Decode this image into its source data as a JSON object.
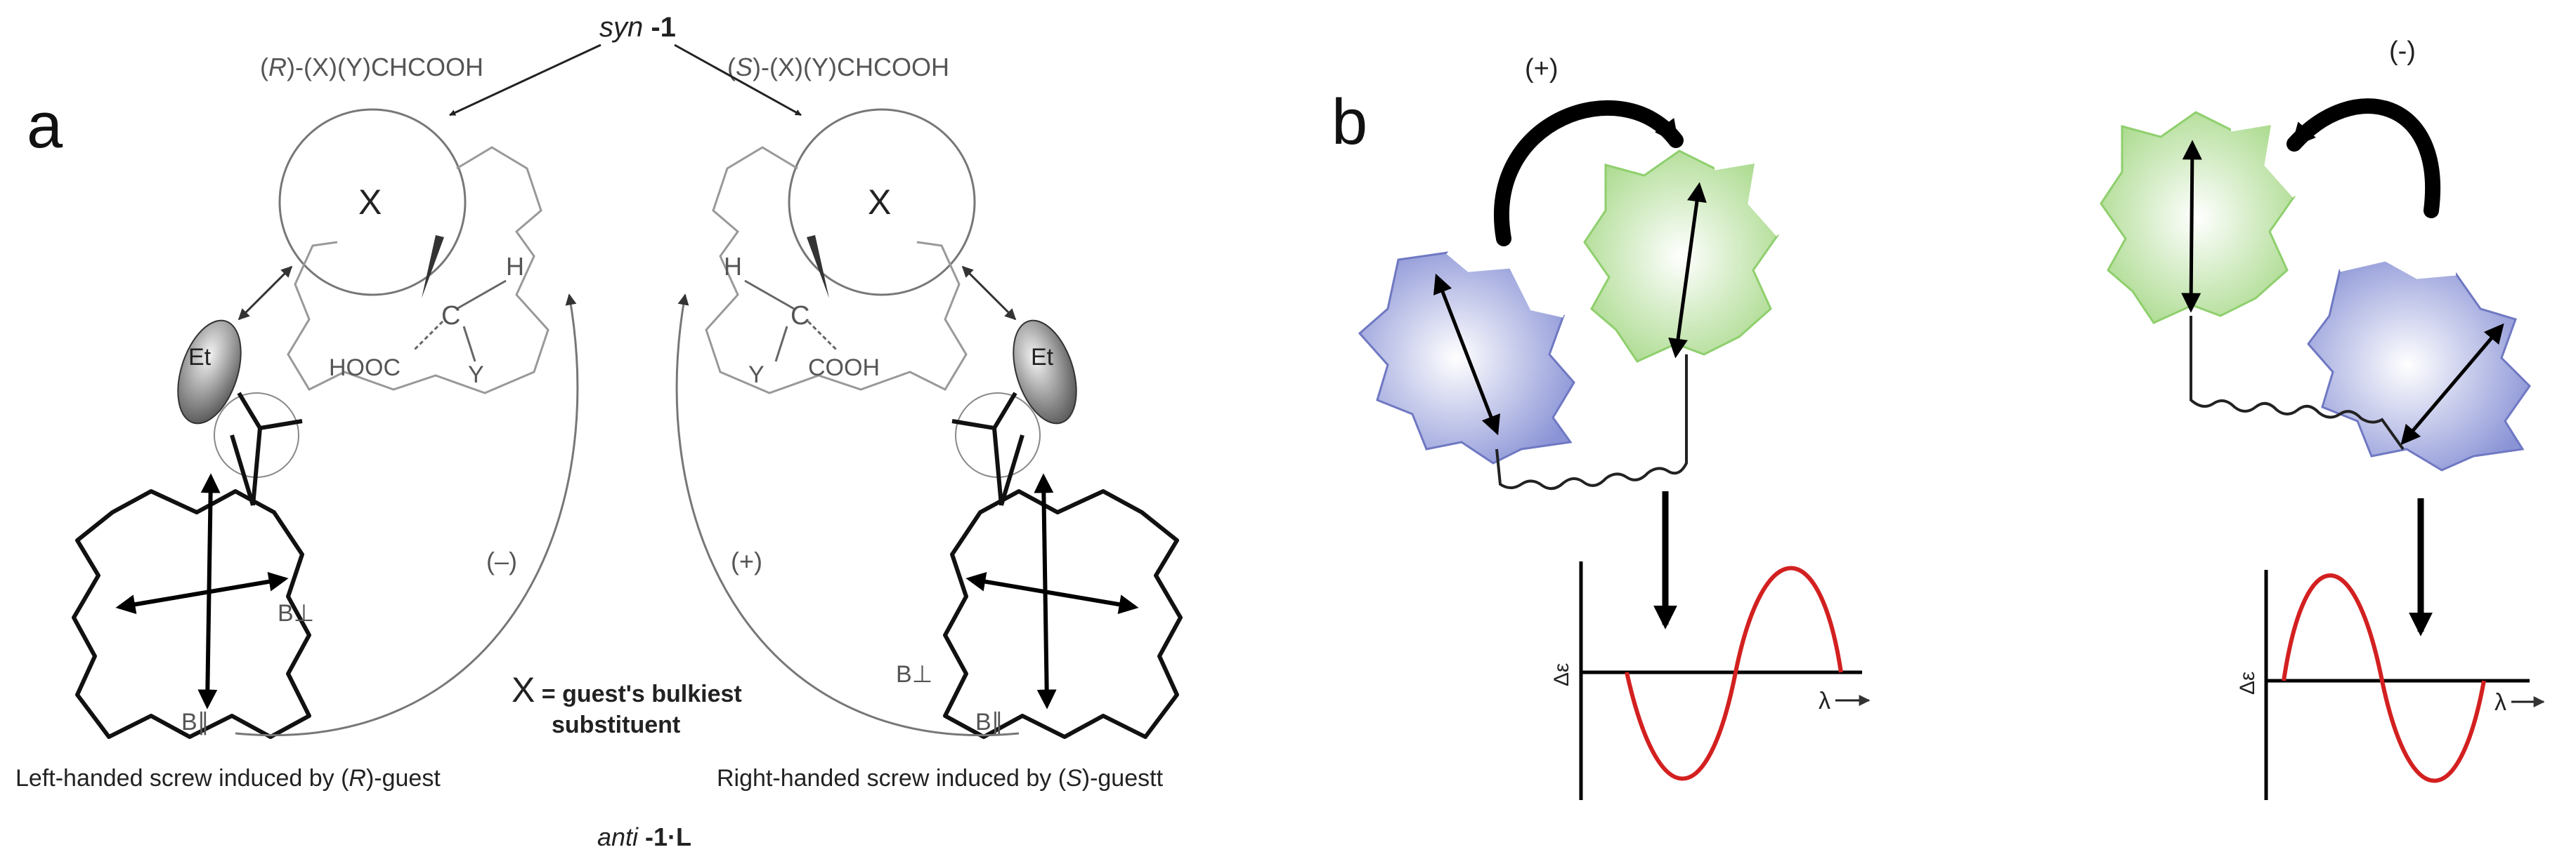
{
  "panel_a": {
    "label": "a",
    "syn_prefix": "syn",
    "syn_suffix": " -1",
    "left_compound": {
      "pre": "(",
      "italic": "R",
      "post": ")-(X)(Y)CHCOOH"
    },
    "right_compound": {
      "pre": "(",
      "italic": "S",
      "post": ")-(X)(Y)CHCOOH"
    },
    "guest_symbol": "X",
    "hydrogen": "H",
    "carbon": "C",
    "acid_left": "HOOC",
    "acid_right": "COOH",
    "y_group": "Y",
    "ethyl": "Et",
    "b_perp": "B⊥",
    "b_par": "B∥",
    "sign_left": "(–)",
    "sign_right": "(+)",
    "legend_symbol": "X",
    "legend_line1": " = guest's bulkiest",
    "legend_line2": "substituent",
    "caption_left": {
      "pre": "Left-handed screw induced by (",
      "italic": "R",
      "post": ")-guest"
    },
    "caption_right": {
      "pre": "Right-handed screw induced by (",
      "italic": "S",
      "post": ")-guestt"
    },
    "anti_prefix": "anti",
    "anti_suffix": " -1·L"
  },
  "panel_b": {
    "label": "b",
    "sign_left": "(+)",
    "sign_right": "(-)",
    "delta_epsilon": "Δε",
    "lambda": "λ",
    "colors": {
      "blue": "#8a93d6",
      "green": "#a8d98a",
      "curve": "#d32020"
    }
  }
}
